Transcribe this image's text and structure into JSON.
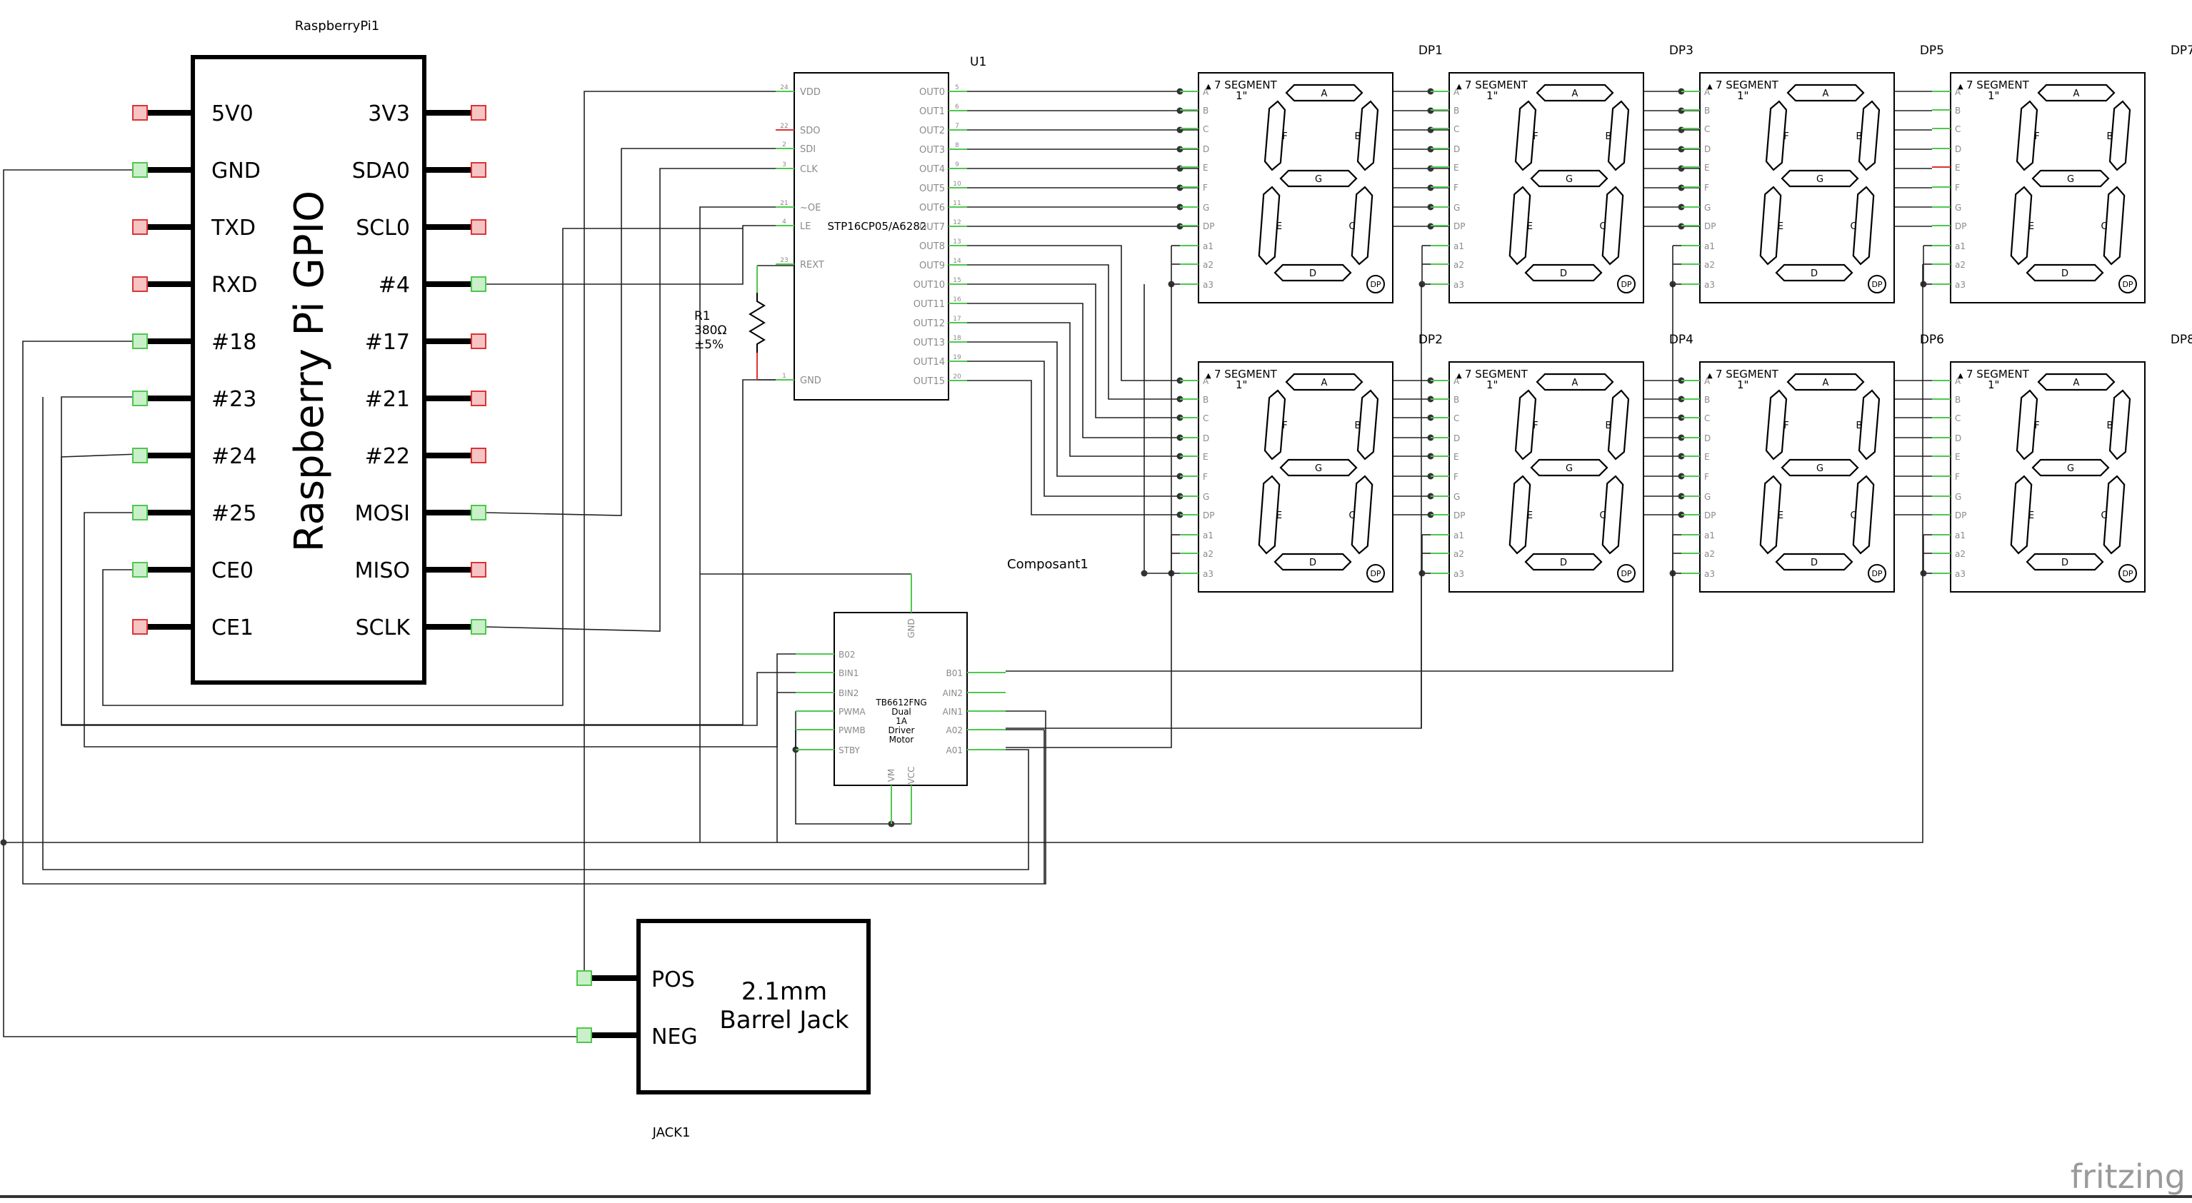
{
  "rpi": {
    "ref": "RaspberryPi1",
    "title": "Raspberry Pi GPIO",
    "left_pins": [
      {
        "label": "5V0",
        "state": "red"
      },
      {
        "label": "GND",
        "state": "green"
      },
      {
        "label": "TXD",
        "state": "red"
      },
      {
        "label": "RXD",
        "state": "red"
      },
      {
        "label": "#18",
        "state": "green"
      },
      {
        "label": "#23",
        "state": "green"
      },
      {
        "label": "#24",
        "state": "green"
      },
      {
        "label": "#25",
        "state": "green"
      },
      {
        "label": "CE0",
        "state": "green"
      },
      {
        "label": "CE1",
        "state": "red"
      }
    ],
    "right_pins": [
      {
        "label": "3V3",
        "state": "red"
      },
      {
        "label": "SDA0",
        "state": "red"
      },
      {
        "label": "SCL0",
        "state": "red"
      },
      {
        "label": "#4",
        "state": "green"
      },
      {
        "label": "#17",
        "state": "red"
      },
      {
        "label": "#21",
        "state": "red"
      },
      {
        "label": "#22",
        "state": "red"
      },
      {
        "label": "MOSI",
        "state": "green"
      },
      {
        "label": "MISO",
        "state": "red"
      },
      {
        "label": "SCLK",
        "state": "green"
      }
    ]
  },
  "driver": {
    "ref": "U1",
    "part": "STP16CP05/A6282",
    "left_pins": [
      {
        "name": "VDD",
        "num": "24"
      },
      {
        "name": "SDO",
        "num": "22"
      },
      {
        "name": "SDI",
        "num": "2"
      },
      {
        "name": "CLK",
        "num": "3"
      },
      {
        "name": "~OE",
        "num": "21"
      },
      {
        "name": "LE",
        "num": "4"
      },
      {
        "name": "REXT",
        "num": "23"
      },
      {
        "name": "GND",
        "num": "1"
      }
    ],
    "outputs": [
      {
        "name": "OUT0",
        "num": "5"
      },
      {
        "name": "OUT1",
        "num": "6"
      },
      {
        "name": "OUT2",
        "num": "7"
      },
      {
        "name": "OUT3",
        "num": "8"
      },
      {
        "name": "OUT4",
        "num": "9"
      },
      {
        "name": "OUT5",
        "num": "10"
      },
      {
        "name": "OUT6",
        "num": "11"
      },
      {
        "name": "OUT7",
        "num": "12"
      },
      {
        "name": "OUT8",
        "num": "13"
      },
      {
        "name": "OUT9",
        "num": "14"
      },
      {
        "name": "OUT10",
        "num": "15"
      },
      {
        "name": "OUT11",
        "num": "16"
      },
      {
        "name": "OUT12",
        "num": "17"
      },
      {
        "name": "OUT13",
        "num": "18"
      },
      {
        "name": "OUT14",
        "num": "19"
      },
      {
        "name": "OUT15",
        "num": "20"
      }
    ]
  },
  "resistor": {
    "ref": "R1",
    "value": "380Ω",
    "tolerance": "±5%"
  },
  "motor": {
    "ref": "Composant1",
    "part_lines": [
      "TB6612FNG",
      "Dual",
      "1A",
      "Driver",
      "Motor"
    ],
    "left_pins": [
      "B02",
      "BIN1",
      "BIN2",
      "PWMA",
      "PWMB",
      "STBY"
    ],
    "right_pins": [
      "B01",
      "AIN2",
      "AIN1",
      "A02",
      "A01"
    ],
    "top_pin": "GND",
    "bottom_pins": [
      "VM",
      "VCC"
    ]
  },
  "displays": {
    "title": "7 SEGMENT",
    "size": "1\"",
    "pins": [
      "A",
      "B",
      "C",
      "D",
      "E",
      "F",
      "G",
      "DP",
      "a1",
      "a2",
      "a3"
    ],
    "segments": [
      "A",
      "B",
      "C",
      "D",
      "E",
      "F",
      "G"
    ],
    "dp_label": "DP",
    "refs": [
      "DP1",
      "DP2",
      "DP3",
      "DP4",
      "DP5",
      "DP6",
      "DP7",
      "DP8"
    ]
  },
  "jack": {
    "ref": "JACK1",
    "title_lines": [
      "2.1mm",
      "Barrel Jack"
    ],
    "pins": [
      "POS",
      "NEG"
    ]
  },
  "watermark": "fritzing",
  "colors": {
    "pin_ok": "#4fc74f",
    "pin_unconnected": "#d33",
    "wire": "#222"
  }
}
